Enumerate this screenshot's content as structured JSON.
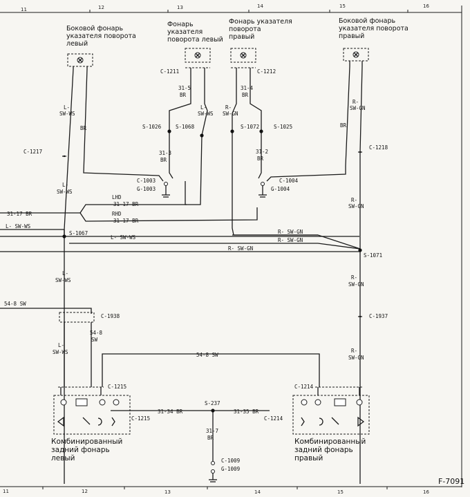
{
  "grid": {
    "top": [
      "11",
      "12",
      "13",
      "14",
      "15",
      "16"
    ],
    "bottom": [
      "11",
      "12",
      "13",
      "14",
      "15",
      "16"
    ]
  },
  "figure_id": "F-7091",
  "titles": {
    "side_left": [
      "Боковой фонарь",
      "указателя поворота",
      "левый"
    ],
    "front_left": [
      "Фонарь",
      "указателя",
      "поворота левый"
    ],
    "front_right": [
      "Фонарь указателя",
      "поворота",
      "правый"
    ],
    "side_right": [
      "Боковой фонарь",
      "указателя поворота",
      "правый"
    ],
    "rear_left": [
      "Комбинированный",
      "задний фонарь",
      "левый"
    ],
    "rear_right": [
      "Комбинированный",
      "задний фонарь",
      "правый"
    ]
  },
  "connectors": {
    "c1211": "C-1211",
    "c1212": "C-1212",
    "c1217": "C-1217",
    "c1218": "C-1218",
    "c1003": "C-1003",
    "g1003": "G-1003",
    "c1004": "C-1004",
    "g1004": "G-1004",
    "c1938": "C-1938",
    "c1937": "C-1937",
    "c1215a": "C-1215",
    "c1215b": "C-1215",
    "c1214a": "C-1214",
    "c1214b": "C-1214",
    "c1009": "C-1009",
    "g1009": "G-1009"
  },
  "splices": {
    "s1026": "S-1026",
    "s1068": "S-1068",
    "s1072": "S-1072",
    "s1025": "S-1025",
    "s1067": "S-1067",
    "s1071": "S-1071",
    "s237": "S-237"
  },
  "wires": {
    "w315": "31-5",
    "br1": "BR",
    "w314": "31-4",
    "br2": "BR",
    "lswws1": "L-",
    "lswws1b": "SW-WS",
    "rswgn1": "R-",
    "rswgn1b": "SW-GN",
    "lsw_left": "L-",
    "lsw_leftb": "SW-WS",
    "br_left": "BR",
    "rsw_right": "R-",
    "rsw_rightb": "SW-GN",
    "br_right": "BR",
    "w313": "31-3",
    "br3": "BR",
    "w312": "31-2",
    "br4": "BR",
    "l_c1217a": "L-",
    "l_c1217b": "SW-WS",
    "r_c1218a": "R-",
    "r_c1218b": "SW-GN",
    "w3117_left": "31-17 BR",
    "lhd": "LHD",
    "rhd": "RHD",
    "w3117_lhd": "31-17 BR",
    "w3117_rhd": "31-17 BR",
    "lsw_top": "L- SW-WS",
    "lsw_mid": "L- SW-WS",
    "rsw_a": "R- SW-GN",
    "rsw_b": "R- SW-GN",
    "rsw_c": "R- SW-GN",
    "l_s1067a": "L-",
    "l_s1067b": "SW-WS",
    "r_s1071a": "R-",
    "r_s1071b": "SW-GN",
    "w548_left": "54-8 SW",
    "w548_mid": "54-8 SW",
    "w548_v": "54-8",
    "sw_v": "SW",
    "l_rear_a": "L-",
    "l_rear_b": "SW-WS",
    "r_rear_a": "R-",
    "r_rear_b": "SW-GN",
    "w3134": "31-34 BR",
    "w3135": "31-35 BR",
    "w317": "31-7",
    "br5": "BR"
  }
}
